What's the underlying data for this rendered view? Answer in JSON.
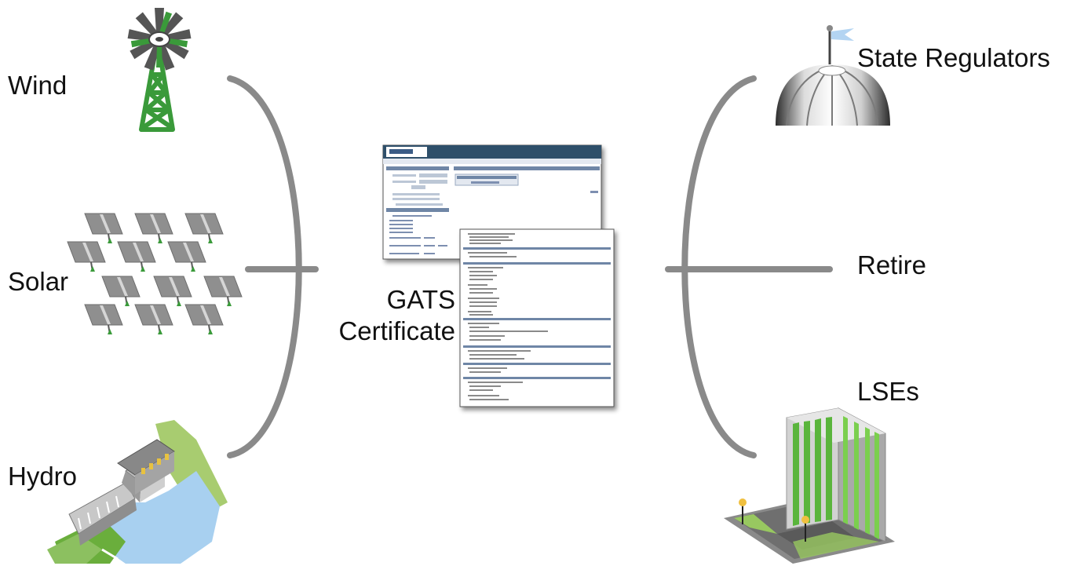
{
  "sources": {
    "wind": "Wind",
    "solar": "Solar",
    "hydro": "Hydro"
  },
  "center": {
    "line1": "GATS",
    "line2": "Certificate"
  },
  "destinations": {
    "state_regulators": "State Regulators",
    "retire": "Retire",
    "lses": "LSEs"
  },
  "colors": {
    "connector": "#8a8a8a",
    "wind_green": "#3a9a3a",
    "solar_panel": "#8c8c8c",
    "water": "#a8d0f0",
    "land": "#a8cc70",
    "building_green": "#5ab53c",
    "doc_header": "#2e4f6a",
    "doc_bar": "#6f86a6"
  },
  "icons": {
    "wind": "windmill-icon",
    "solar": "solar-panels-icon",
    "hydro": "hydro-dam-icon",
    "certificate": "certificate-document-icon",
    "state_regulators": "capitol-dome-icon",
    "lses": "office-building-icon"
  }
}
